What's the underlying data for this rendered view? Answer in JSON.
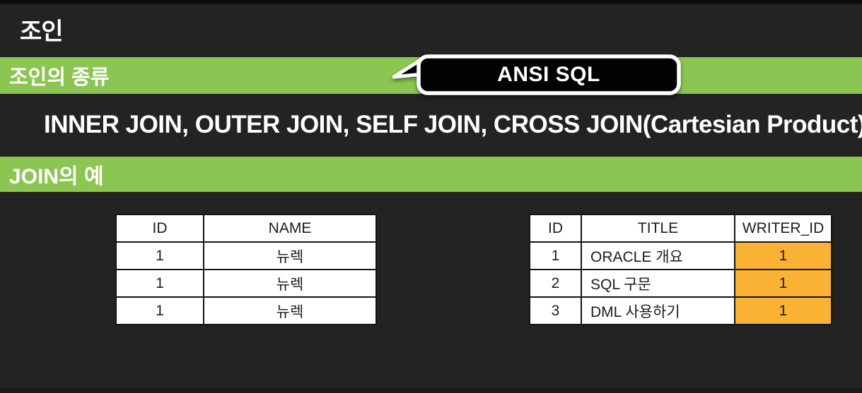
{
  "slide": {
    "title": "조인",
    "section_kinds_label": "조인의 종류",
    "callout_label": "ANSI SQL",
    "join_types_text": "INNER JOIN, OUTER JOIN, SELF JOIN, CROSS JOIN(Cartesian Product)",
    "section_example_label": "JOIN의 예"
  },
  "colors": {
    "green": "#8bc653",
    "orange": "#f9b233",
    "bg": "#232323"
  },
  "member_table": {
    "headers": [
      "ID",
      "NAME"
    ],
    "rows": [
      [
        "1",
        "뉴렉"
      ],
      [
        "1",
        "뉴렉"
      ],
      [
        "1",
        "뉴렉"
      ]
    ]
  },
  "post_table": {
    "headers": [
      "ID",
      "TITLE",
      "WRITER_ID"
    ],
    "rows": [
      [
        "1",
        "ORACLE 개요",
        "1"
      ],
      [
        "2",
        "SQL 구문",
        "1"
      ],
      [
        "3",
        "DML 사용하기",
        "1"
      ]
    ]
  }
}
